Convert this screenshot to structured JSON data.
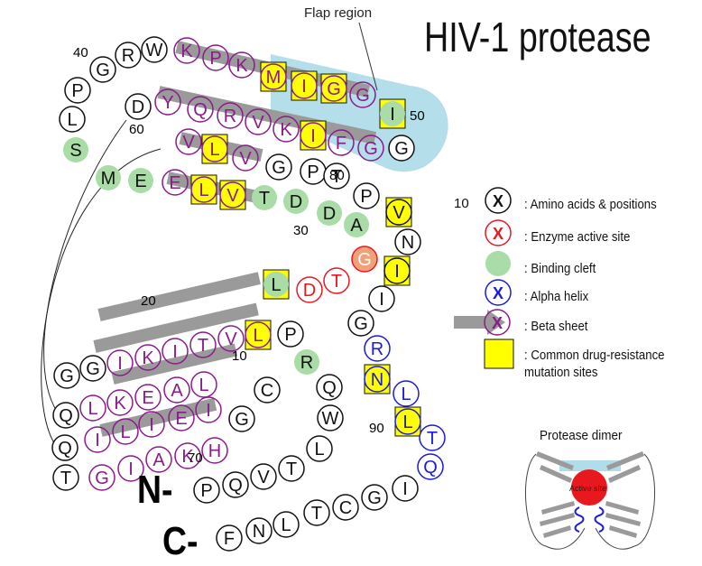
{
  "title": "HIV-1 protease",
  "flap_label": "Flap region",
  "n_terminus": "N-",
  "c_terminus": "C-",
  "position_labels": [
    "40",
    "50",
    "60",
    "80",
    "30",
    "20",
    "10",
    "90",
    "70"
  ],
  "legend": {
    "amino_num": "10",
    "amino_letter": "X",
    "amino": ": Amino acids & positions",
    "active_letter": "X",
    "active": ": Enzyme active site",
    "binding": ": Binding cleft",
    "alpha_letter": "X",
    "alpha": ": Alpha helix",
    "beta_letter": "X",
    "beta": ": Beta sheet",
    "mutation_line1": ": Common drug-resistance",
    "mutation_line2": "mutation sites"
  },
  "dimer": {
    "label": "Protease dimer",
    "active_label": "Active site"
  },
  "colors": {
    "beta": "#8b1a8b",
    "active": "#e8181e",
    "alpha": "#1a1ae0",
    "binding": "#a9dca6",
    "mutation": "#ffff00",
    "flap": "#a8d8e8",
    "arrow": "#9a9a9a"
  },
  "residues": [
    [
      "P",
      "n"
    ],
    [
      "Q",
      "n"
    ],
    [
      "V",
      "n"
    ],
    [
      "T",
      "n"
    ],
    [
      "L",
      "n"
    ],
    [
      "W",
      "n"
    ],
    [
      "Q",
      "n"
    ],
    [
      "R",
      "b"
    ],
    [
      "P",
      "n"
    ],
    [
      "L",
      "e"
    ],
    [
      "V",
      "e"
    ],
    [
      "T",
      "e"
    ],
    [
      "I",
      "e"
    ],
    [
      "K",
      "e"
    ],
    [
      "I",
      "e"
    ],
    [
      "G",
      "n"
    ],
    [
      "G",
      "n"
    ],
    [
      "Q",
      "n"
    ],
    [
      "L",
      "e"
    ],
    [
      "K",
      "e"
    ],
    [
      "E",
      "e"
    ],
    [
      "A",
      "e"
    ],
    [
      "L",
      "e"
    ],
    [
      "L",
      "b"
    ],
    [
      "D",
      "a"
    ],
    [
      "T",
      "a"
    ],
    [
      "G",
      "a"
    ],
    [
      "A",
      "b"
    ],
    [
      "D",
      "b"
    ],
    [
      "D",
      "b"
    ],
    [
      "T",
      "b"
    ],
    [
      "V",
      "e"
    ],
    [
      "L",
      "e"
    ],
    [
      "E",
      "e"
    ],
    [
      "E",
      "b"
    ],
    [
      "M",
      "b"
    ],
    [
      "S",
      "b"
    ],
    [
      "L",
      "n"
    ],
    [
      "P",
      "n"
    ],
    [
      "G",
      "n"
    ],
    [
      "R",
      "n"
    ],
    [
      "W",
      "n"
    ],
    [
      "K",
      "e"
    ],
    [
      "P",
      "e"
    ],
    [
      "K",
      "e"
    ],
    [
      "M",
      "e"
    ],
    [
      "I",
      "e"
    ],
    [
      "G",
      "e"
    ],
    [
      "G",
      "e"
    ],
    [
      "I",
      "b"
    ],
    [
      "G",
      "n"
    ],
    [
      "G",
      "e"
    ],
    [
      "F",
      "e"
    ],
    [
      "I",
      "e"
    ],
    [
      "K",
      "e"
    ],
    [
      "V",
      "e"
    ],
    [
      "R",
      "e"
    ],
    [
      "Q",
      "e"
    ],
    [
      "Y",
      "e"
    ],
    [
      "D",
      "n"
    ],
    [
      "Q",
      "n"
    ],
    [
      "I",
      "e"
    ],
    [
      "L",
      "e"
    ],
    [
      "I",
      "e"
    ],
    [
      "E",
      "e"
    ],
    [
      "I",
      "e"
    ],
    [
      "C",
      "n"
    ],
    [
      "G",
      "n"
    ],
    [
      "H",
      "e"
    ],
    [
      "K",
      "e"
    ],
    [
      "A",
      "e"
    ],
    [
      "I",
      "e"
    ],
    [
      "G",
      "e"
    ],
    [
      "T",
      "n"
    ],
    [
      "V",
      "e"
    ],
    [
      "L",
      "e"
    ],
    [
      "V",
      "e"
    ],
    [
      "G",
      "n"
    ],
    [
      "P",
      "n"
    ],
    [
      "T",
      "n"
    ],
    [
      "P",
      "n"
    ],
    [
      "V",
      "n"
    ],
    [
      "N",
      "n"
    ],
    [
      "I",
      "n"
    ],
    [
      "I",
      "n"
    ],
    [
      "G",
      "n"
    ],
    [
      "R",
      "h"
    ],
    [
      "N",
      "h"
    ],
    [
      "L",
      "h"
    ],
    [
      "L",
      "h"
    ],
    [
      "T",
      "h"
    ],
    [
      "Q",
      "h"
    ],
    [
      "I",
      "n"
    ],
    [
      "G",
      "n"
    ],
    [
      "C",
      "n"
    ],
    [
      "T",
      "n"
    ],
    [
      "L",
      "n"
    ],
    [
      "N",
      "n"
    ],
    [
      "F",
      "n"
    ]
  ]
}
